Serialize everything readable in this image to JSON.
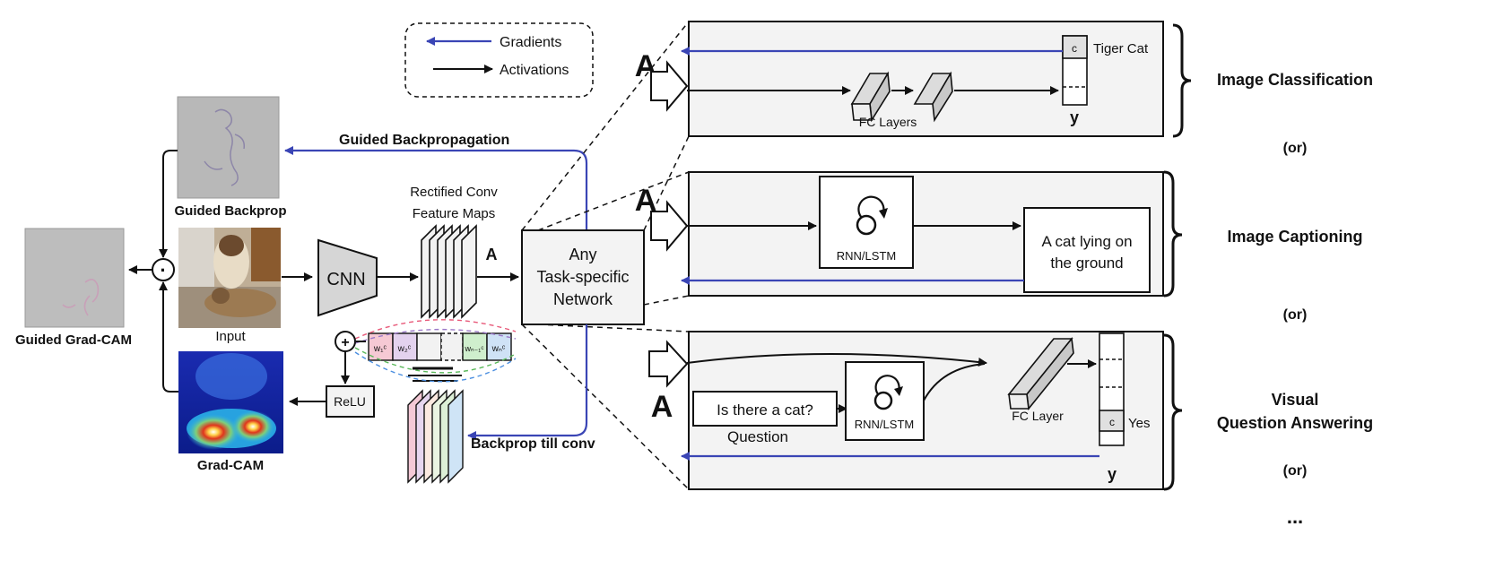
{
  "legend": {
    "gradients": "Gradients",
    "activations": "Activations"
  },
  "colors": {
    "gradient": "#3a45b5",
    "activation": "#111111"
  },
  "left": {
    "guided_backprop_label": "Guided Backprop",
    "input_label": "Input",
    "gradcam_label": "Grad-CAM",
    "guided_gradcam_label": "Guided Grad-CAM",
    "guided_backpropagation_label": "Guided Backpropagation",
    "relu_label": "ReLU",
    "cnn_label": "CNN",
    "feature_maps_label_1": "Rectified Conv",
    "feature_maps_label_2": "Feature Maps",
    "a_label": "A",
    "backprop_till_conv_label": "Backprop till conv",
    "multiply_symbol": "·",
    "plus_symbol": "+"
  },
  "weights": [
    "w₁ᶜ",
    "w₂ᶜ",
    "",
    "",
    "wₙ₋₁ᶜ",
    "wₙᶜ"
  ],
  "network": {
    "line1": "Any",
    "line2": "Task-specific",
    "line3": "Network"
  },
  "classification": {
    "a_label": "A",
    "fc_label": "FC Layers",
    "class_label": "Tiger Cat",
    "c_label": "c",
    "y_label": "y",
    "task_label": "Image Classification"
  },
  "captioning": {
    "a_label": "A",
    "rnn_label": "RNN/LSTM",
    "caption_line1": "A cat lying on",
    "caption_line2": "the ground",
    "task_label": "Image Captioning"
  },
  "vqa": {
    "a_label": "A",
    "question_text": "Is there a cat?",
    "question_label": "Question",
    "rnn_label": "RNN/LSTM",
    "fc_label": "FC Layer",
    "answer_label": "Yes",
    "c_label": "c",
    "y_label": "y",
    "task_label_1": "Visual",
    "task_label_2": "Question Answering"
  },
  "or_labels": [
    "(or)",
    "(or)",
    "(or)"
  ],
  "ellipsis": "..."
}
